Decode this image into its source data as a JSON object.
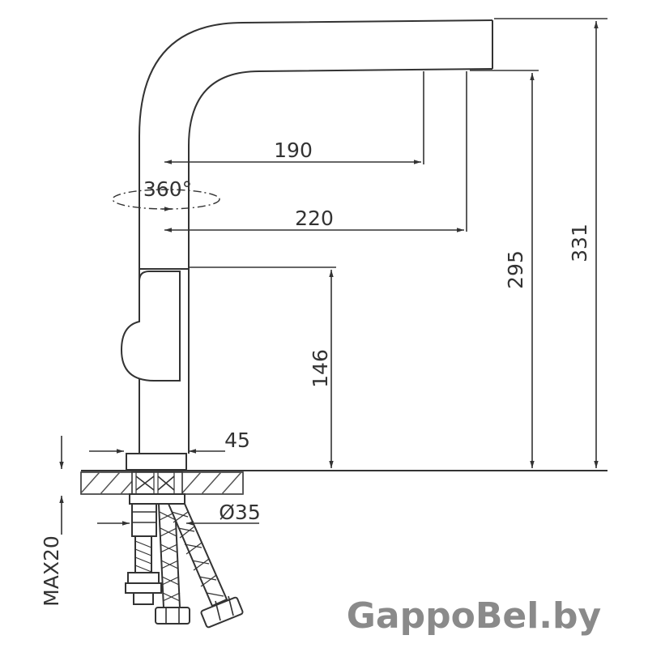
{
  "dimensions": {
    "spout_reach_inner": "190",
    "rotation": "360°",
    "spout_reach_outer": "220",
    "handle_height": "146",
    "spout_height": "295",
    "total_height": "331",
    "body_width": "45",
    "mounting_hole": "Ø35",
    "max_counter_thickness": "MAX20"
  },
  "watermark": "GappoBel.by",
  "colors": {
    "line": "#333333",
    "watermark": "#8a8a8a",
    "background": "#ffffff"
  }
}
